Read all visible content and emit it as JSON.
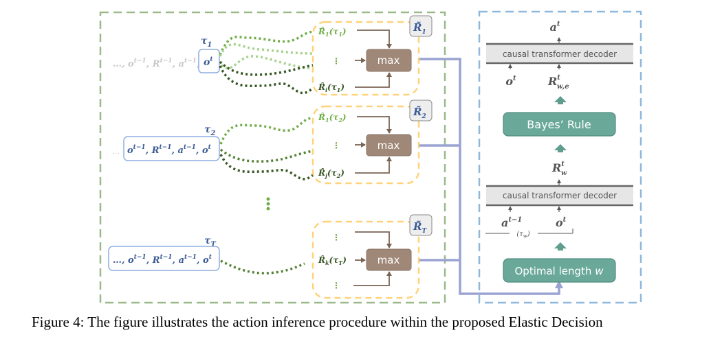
{
  "figure": {
    "caption": "Figure 4: The figure illustrates the action inference procedure within the proposed Elastic Decision"
  },
  "colors": {
    "left_panel_border": "#9bb98a",
    "right_panel_border": "#8fb8dc",
    "group_border": "#ffd27a",
    "max_box": "#a08878",
    "arrow_brown": "#7a6455",
    "connector": "#9aa3d2",
    "teal_box": "#6aa89a",
    "teal_box_border": "#4f8c7e",
    "decoder_fill": "#e6e6e6",
    "decoder_line": "#666666",
    "tau_label": "#3a5a95",
    "seq_box_border": "#8daee0",
    "light_green": "#a9d18e",
    "mid_green": "#70ad47",
    "dark_green": "#375623",
    "faded_text": "#c8c8c8"
  },
  "trajectories": [
    {
      "tau_label": "τ1",
      "sequence_faded": "…, o^{t−1}, R^{t−1}, a^{t−1},",
      "sequence_boxed": "o^t",
      "group_label": "R̃1",
      "inputs": [
        "R̂1(τ1)",
        "⋮",
        "R̂i(τ1)"
      ],
      "max_label": "max"
    },
    {
      "tau_label": "τ2",
      "sequence_faded": "…",
      "sequence_boxed": "o^{t−1}, R^{t−1}, a^{t−1}, o^t",
      "group_label": "R̃2",
      "inputs": [
        "R̂1(τ2)",
        "⋮",
        "R̂j(τ2)"
      ],
      "max_label": "max"
    },
    {
      "tau_label": "τT",
      "sequence_faded": "",
      "sequence_boxed": "…, o^{t−1}, R^{t−1}, a^{t−1}, o^t",
      "group_label": "R̃T",
      "inputs": [
        "⋮",
        "R̂k(τT)",
        "⋮"
      ],
      "max_label": "max"
    }
  ],
  "ellipsis": "⋮",
  "right_panel": {
    "top_output": "a^t",
    "decoder_top_label": "causal transformer decoder",
    "decoder_top_inputs": [
      "o^t",
      "R^t_{w,e}"
    ],
    "bayes_label": "Bayes’ Rule",
    "mid_value": "R^t_w",
    "decoder_bottom_label": "causal transformer decoder",
    "decoder_bottom_inputs": [
      "a^{t−1}",
      "o^t"
    ],
    "window_label": "(τw)",
    "optimal_label": "Optimal length w"
  }
}
